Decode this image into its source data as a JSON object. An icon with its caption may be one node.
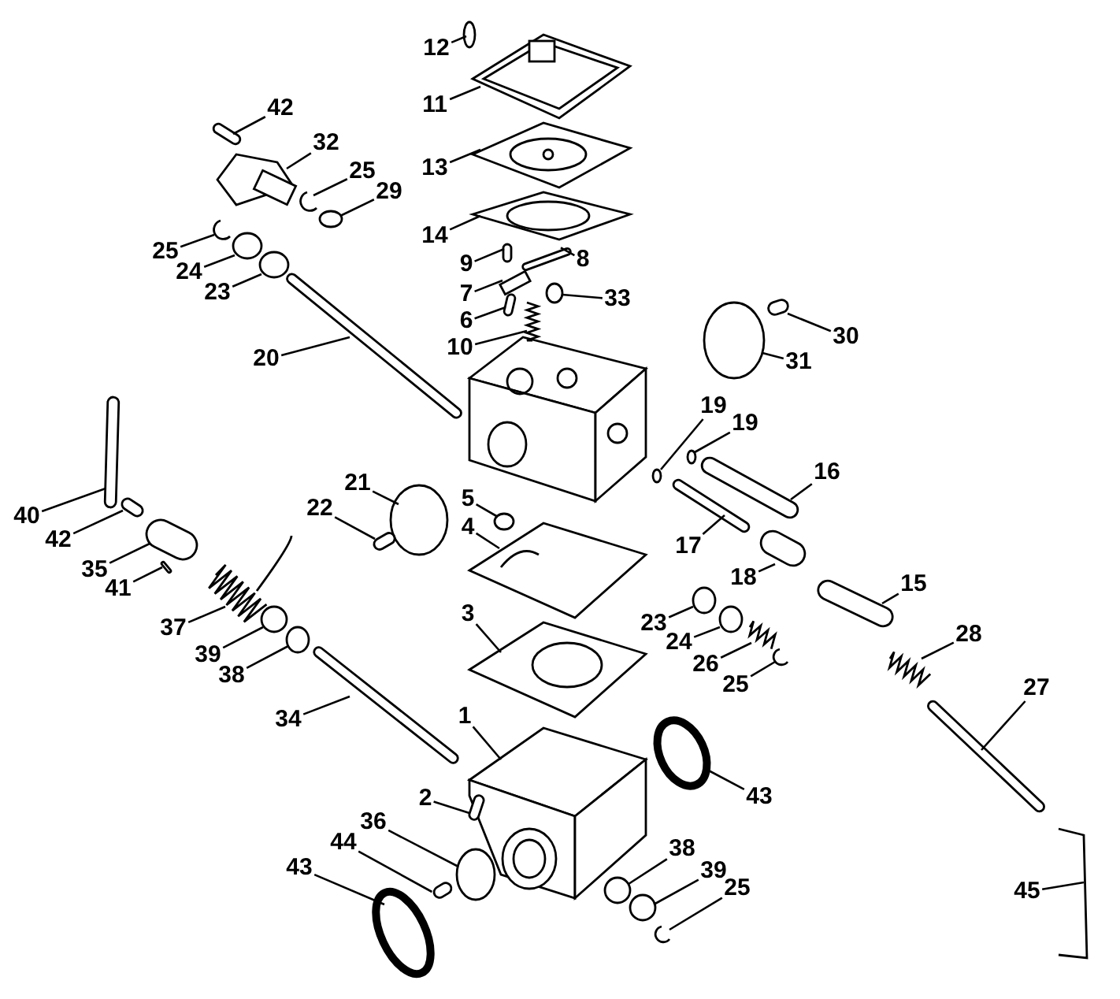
{
  "diagram": {
    "nodes": [
      {
        "text": [
          "12"
        ]
      },
      {
        "text": [
          "42"
        ]
      },
      {
        "text": [
          "11"
        ]
      },
      {
        "text": [
          "32"
        ]
      },
      {
        "text": [
          "13"
        ]
      },
      {
        "text": [
          "25"
        ]
      },
      {
        "text": [
          "29"
        ]
      },
      {
        "text": [
          "14"
        ]
      },
      {
        "text": [
          "25"
        ]
      },
      {
        "text": [
          "9"
        ]
      },
      {
        "text": [
          "8"
        ]
      },
      {
        "text": [
          "24"
        ]
      },
      {
        "text": [
          "23"
        ]
      },
      {
        "text": [
          "7"
        ]
      },
      {
        "text": [
          "33"
        ]
      },
      {
        "text": [
          "6"
        ]
      },
      {
        "text": [
          "30"
        ]
      },
      {
        "text": [
          "10"
        ]
      },
      {
        "text": [
          "20"
        ]
      },
      {
        "text": [
          "31"
        ]
      },
      {
        "text": [
          "19"
        ]
      },
      {
        "text": [
          "19"
        ]
      },
      {
        "text": [
          "16"
        ]
      },
      {
        "text": [
          "21"
        ]
      },
      {
        "text": [
          "5"
        ]
      },
      {
        "text": [
          "22"
        ]
      },
      {
        "text": [
          "40"
        ]
      },
      {
        "text": [
          "4"
        ]
      },
      {
        "text": [
          "42"
        ]
      },
      {
        "text": [
          "17"
        ]
      },
      {
        "text": [
          "35"
        ]
      },
      {
        "text": [
          "18"
        ]
      },
      {
        "text": [
          "41"
        ]
      },
      {
        "text": [
          "15"
        ]
      },
      {
        "text": [
          "3"
        ]
      },
      {
        "text": [
          "37"
        ]
      },
      {
        "text": [
          "23"
        ]
      },
      {
        "text": [
          "39"
        ]
      },
      {
        "text": [
          "24"
        ]
      },
      {
        "text": [
          "38"
        ]
      },
      {
        "text": [
          "28"
        ]
      },
      {
        "text": [
          "26"
        ]
      },
      {
        "text": [
          "25"
        ]
      },
      {
        "text": [
          "27"
        ]
      },
      {
        "text": [
          "1"
        ]
      },
      {
        "text": [
          "34"
        ]
      },
      {
        "text": [
          "43"
        ]
      },
      {
        "text": [
          "2"
        ]
      },
      {
        "text": [
          "36"
        ]
      },
      {
        "text": [
          "44"
        ]
      },
      {
        "text": [
          "38"
        ]
      },
      {
        "text": [
          "43"
        ]
      },
      {
        "text": [
          "39"
        ]
      },
      {
        "text": [
          "25"
        ]
      },
      {
        "text": [
          "45"
        ]
      },
      {
        "text": [],
        "shape": "bar"
      },
      {
        "text": [],
        "shape": "bar"
      },
      {
        "text": [],
        "shape": "picture"
      },
      {
        "text": [],
        "shape": "picture"
      },
      {
        "text": [],
        "shape": "picture"
      },
      {
        "text": [],
        "shape": "picture"
      },
      {
        "text": [],
        "shape": "circle"
      },
      {
        "text": [],
        "shape": "picture"
      },
      {
        "text": [],
        "shape": "picture"
      },
      {
        "text": [],
        "shape": "bar"
      },
      {
        "text": [],
        "shape": "bar"
      },
      {
        "text": [],
        "shape": "circle"
      },
      {
        "text": [],
        "shape": "circle"
      },
      {
        "text": [],
        "shape": "box"
      },
      {
        "text": [],
        "shape": "circle"
      },
      {
        "text": [],
        "shape": "bar"
      },
      {
        "text": [],
        "shape": "bar"
      },
      {
        "text": [],
        "shape": "picture"
      },
      {
        "text": [],
        "shape": "bar"
      },
      {
        "text": [],
        "shape": "circle"
      },
      {
        "text": [],
        "shape": "circle"
      },
      {
        "text": [],
        "shape": "circle"
      },
      {
        "text": [],
        "shape": "bar"
      },
      {
        "text": [],
        "shape": "circle"
      },
      {
        "text": [],
        "shape": "circle"
      },
      {
        "text": [],
        "shape": "bar"
      },
      {
        "text": [],
        "shape": "bar"
      },
      {
        "text": [],
        "shape": "picture"
      },
      {
        "text": [],
        "shape": "bar"
      },
      {
        "text": [],
        "shape": "bar"
      },
      {
        "text": [],
        "shape": "bar"
      },
      {
        "text": [],
        "shape": "bar"
      },
      {
        "text": [],
        "shape": "bar"
      },
      {
        "text": [],
        "shape": "bar"
      },
      {
        "text": [],
        "shape": "picture"
      },
      {
        "text": [],
        "shape": "picture"
      },
      {
        "text": [],
        "shape": "circle"
      },
      {
        "text": [],
        "shape": "circle"
      },
      {
        "text": [],
        "shape": "circle"
      },
      {
        "text": [],
        "shape": "circle"
      },
      {
        "text": [],
        "shape": "picture"
      },
      {
        "text": [],
        "shape": "picture"
      },
      {
        "text": [],
        "shape": "picture"
      },
      {
        "text": [],
        "shape": "bar"
      },
      {
        "text": [],
        "shape": "picture"
      },
      {
        "text": [],
        "shape": "bar"
      },
      {
        "text": [],
        "shape": "circle"
      },
      {
        "text": [],
        "shape": "bar"
      },
      {
        "text": [],
        "shape": "circle"
      },
      {
        "text": [],
        "shape": "bar"
      },
      {
        "text": [],
        "shape": "circle"
      },
      {
        "text": [],
        "shape": "circle"
      },
      {
        "text": [],
        "shape": "circle"
      },
      {
        "text": [],
        "shape": "picture"
      },
      {
        "text": [],
        "shape": "picture"
      }
    ],
    "edges": [
      {
        "from": 0,
        "to": 55,
        "arrow": "none"
      },
      {
        "from": 1,
        "to": 56,
        "arrow": "none"
      },
      {
        "from": 2,
        "to": 57,
        "arrow": "none"
      },
      {
        "from": 3,
        "to": 58,
        "arrow": "none"
      },
      {
        "from": 4,
        "to": 59,
        "arrow": "none"
      },
      {
        "from": 5,
        "to": 60,
        "arrow": "none"
      },
      {
        "from": 6,
        "to": 61,
        "arrow": "none"
      },
      {
        "from": 7,
        "to": 62,
        "arrow": "none"
      },
      {
        "from": 8,
        "to": 63,
        "arrow": "none"
      },
      {
        "from": 9,
        "to": 64,
        "arrow": "none"
      },
      {
        "from": 10,
        "to": 65,
        "arrow": "none"
      },
      {
        "from": 11,
        "to": 66,
        "arrow": "none"
      },
      {
        "from": 12,
        "to": 67,
        "arrow": "none"
      },
      {
        "from": 13,
        "to": 68,
        "arrow": "none"
      },
      {
        "from": 14,
        "to": 69,
        "arrow": "none"
      },
      {
        "from": 15,
        "to": 70,
        "arrow": "none"
      },
      {
        "from": 16,
        "to": 71,
        "arrow": "none"
      },
      {
        "from": 17,
        "to": 72,
        "arrow": "none"
      },
      {
        "from": 18,
        "to": 73,
        "arrow": "none"
      },
      {
        "from": 19,
        "to": 74,
        "arrow": "none"
      },
      {
        "from": 20,
        "to": 75,
        "arrow": "none"
      },
      {
        "from": 21,
        "to": 76,
        "arrow": "none"
      },
      {
        "from": 22,
        "to": 77,
        "arrow": "none"
      },
      {
        "from": 23,
        "to": 78,
        "arrow": "none"
      },
      {
        "from": 24,
        "to": 79,
        "arrow": "none"
      },
      {
        "from": 25,
        "to": 80,
        "arrow": "none"
      },
      {
        "from": 26,
        "to": 81,
        "arrow": "none"
      },
      {
        "from": 27,
        "to": 82,
        "arrow": "none"
      },
      {
        "from": 28,
        "to": 83,
        "arrow": "none"
      },
      {
        "from": 29,
        "to": 84,
        "arrow": "none"
      },
      {
        "from": 30,
        "to": 85,
        "arrow": "none"
      },
      {
        "from": 31,
        "to": 86,
        "arrow": "none"
      },
      {
        "from": 32,
        "to": 87,
        "arrow": "none"
      },
      {
        "from": 33,
        "to": 88,
        "arrow": "none"
      },
      {
        "from": 34,
        "to": 89,
        "arrow": "none"
      },
      {
        "from": 35,
        "to": 90,
        "arrow": "none"
      },
      {
        "from": 36,
        "to": 91,
        "arrow": "none"
      },
      {
        "from": 37,
        "to": 92,
        "arrow": "none"
      },
      {
        "from": 38,
        "to": 93,
        "arrow": "none"
      },
      {
        "from": 39,
        "to": 94,
        "arrow": "none"
      },
      {
        "from": 40,
        "to": 95,
        "arrow": "none"
      },
      {
        "from": 41,
        "to": 96,
        "arrow": "none"
      },
      {
        "from": 42,
        "to": 97,
        "arrow": "none"
      },
      {
        "from": 43,
        "to": 98,
        "arrow": "none"
      },
      {
        "from": 44,
        "to": 99,
        "arrow": "none"
      },
      {
        "from": 45,
        "to": 100,
        "arrow": "none"
      },
      {
        "from": 46,
        "to": 101,
        "arrow": "none"
      },
      {
        "from": 47,
        "to": 102,
        "arrow": "none"
      },
      {
        "from": 48,
        "to": 103,
        "arrow": "none"
      },
      {
        "from": 49,
        "to": 104,
        "arrow": "none"
      },
      {
        "from": 50,
        "to": 105,
        "arrow": "none"
      },
      {
        "from": 51,
        "to": 106,
        "arrow": "none"
      },
      {
        "from": 52,
        "to": 107,
        "arrow": "none"
      },
      {
        "from": 53,
        "to": 108,
        "arrow": "none"
      },
      {
        "from": 54,
        "to": 109,
        "arrow": "none"
      }
    ]
  }
}
